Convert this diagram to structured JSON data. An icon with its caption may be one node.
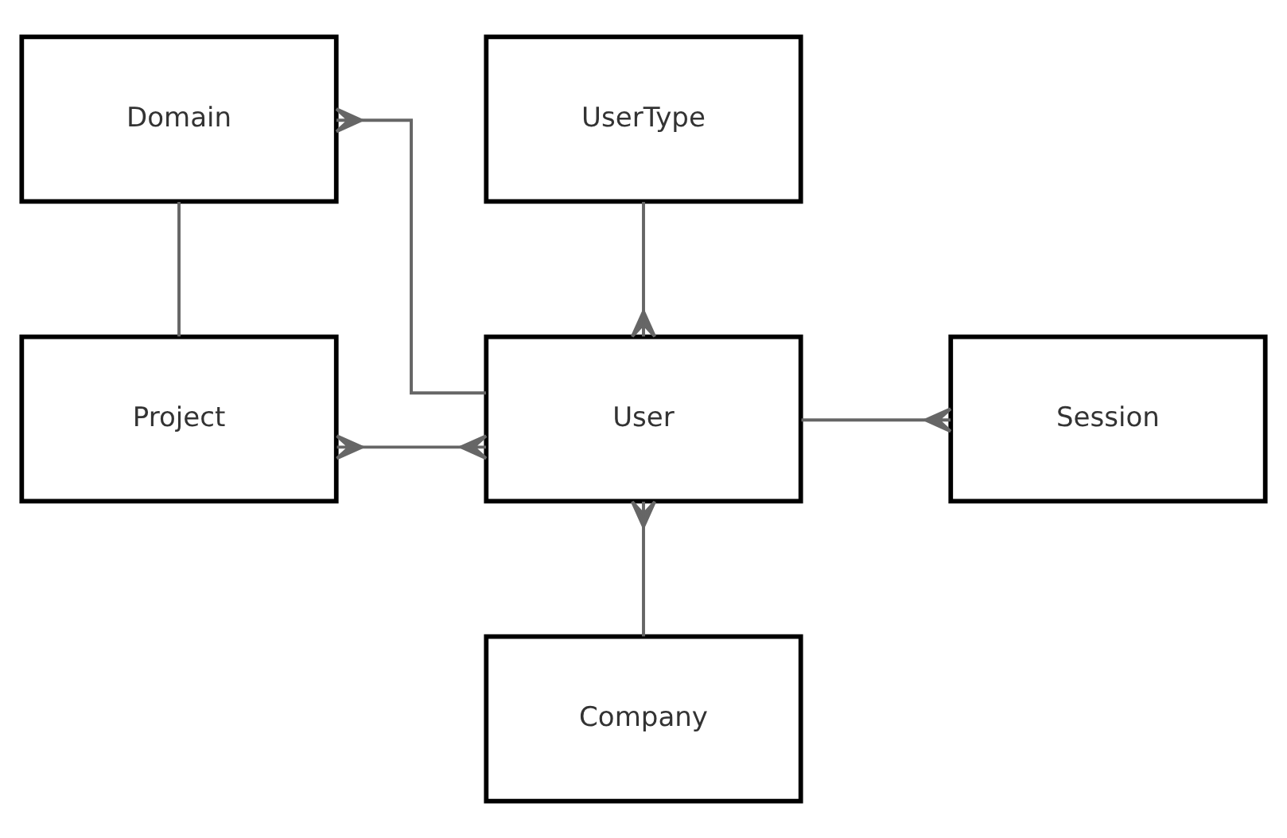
{
  "diagram": {
    "nodes": [
      {
        "text": [
          "Domain"
        ]
      },
      {
        "text": [
          "UserType"
        ]
      },
      {
        "text": [
          "Project"
        ]
      },
      {
        "text": [
          "User"
        ]
      },
      {
        "text": [
          "Session"
        ]
      },
      {
        "text": [
          "Company"
        ]
      }
    ],
    "edges": [
      {
        "from": 0,
        "to": 2,
        "arrow": "none"
      },
      {
        "from": 3,
        "to": 0,
        "arrow": "other"
      },
      {
        "from": 1,
        "to": 3,
        "arrow": "other"
      },
      {
        "from": 2,
        "to": 3,
        "arrow": "other"
      },
      {
        "from": 3,
        "to": 4,
        "arrow": "other"
      },
      {
        "from": 5,
        "to": 3,
        "arrow": "other"
      }
    ]
  }
}
